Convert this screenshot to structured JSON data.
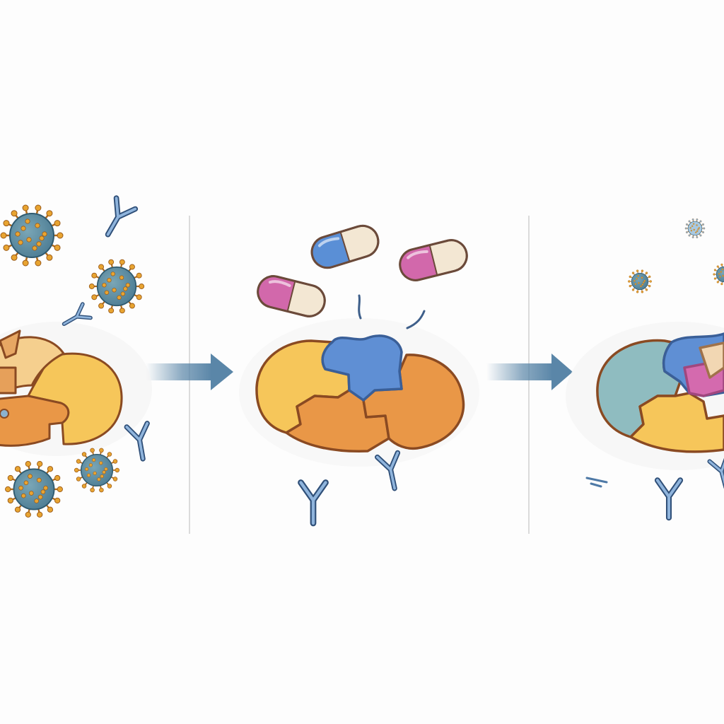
{
  "colors": {
    "background": "#fdfdfd",
    "outline": "#8a4a22",
    "virus_body": "#5b8aa0",
    "virus_spike": "#e8a431",
    "antibody": "#4e79a6",
    "arrow": "#5a86a8",
    "divider": "#cfcfcf",
    "piece_yellow": "#f6c65a",
    "piece_orange": "#e99747",
    "piece_peach": "#f5cf8e",
    "piece_teal": "#8fbcc0",
    "ligand_blue": "#5f8fd4",
    "ligand_pink": "#d46aae",
    "capsule_blue": "#5a8fd6",
    "capsule_pink": "#d268ab",
    "capsule_cream": "#f3e7d3"
  },
  "panels": [
    {
      "stage": "infection",
      "elements": [
        "virus-particle",
        "antibody",
        "protein-complex"
      ]
    },
    {
      "stage": "drug-binding",
      "elements": [
        "capsule",
        "ligand",
        "protein-complex",
        "antibody"
      ]
    },
    {
      "stage": "inhibited-complex",
      "elements": [
        "virus-particle",
        "antibody",
        "protein-complex",
        "ligand"
      ]
    }
  ],
  "arrows": [
    "arrow-right-icon",
    "arrow-right-icon"
  ],
  "icons": [
    "virus-icon",
    "antibody-icon",
    "capsule-icon",
    "protein-puzzle-icon",
    "arrow-right-icon"
  ]
}
